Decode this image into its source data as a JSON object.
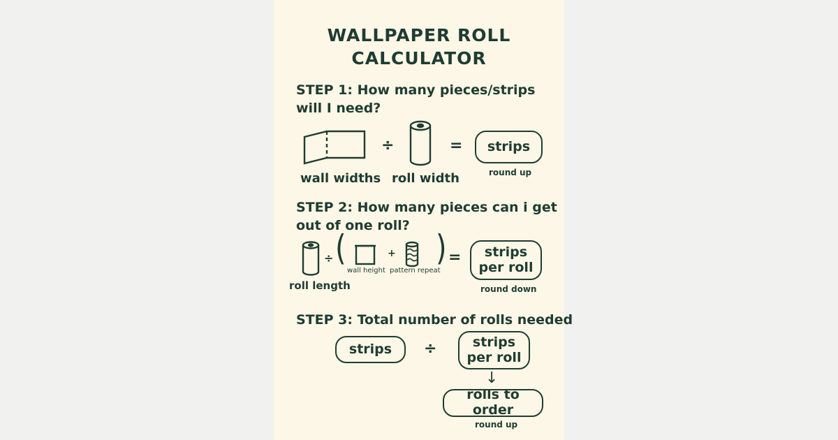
{
  "title": {
    "line1": "WALLPAPER ROLL",
    "line2": "CALCULATOR"
  },
  "step1": {
    "heading_line1": "STEP 1: How many pieces/strips",
    "heading_line2": "will I need?",
    "wall_label": "wall widths",
    "divide": "÷",
    "roll_label": "roll width",
    "equals": "=",
    "result": "strips",
    "note": "round up"
  },
  "step2": {
    "heading_line1": "STEP 2: How many pieces can i get",
    "heading_line2": "out of one roll?",
    "roll_label": "roll length",
    "divide": "÷",
    "open_paren": "(",
    "wall_height_label": "wall height",
    "plus": "+",
    "pattern_label": "pattern repeat",
    "close_paren": ")",
    "equals": "=",
    "result_line1": "strips",
    "result_line2": "per roll",
    "note": "round down"
  },
  "step3": {
    "heading": "STEP 3: Total number of rolls needed",
    "left": "strips",
    "divide": "÷",
    "right_line1": "strips",
    "right_line2": "per roll",
    "arrow": "↓",
    "result": "rolls to order",
    "note": "round up"
  },
  "icons": {
    "wall": "wall-icon",
    "roll": "wallpaper-roll-icon",
    "wall_height": "wall-height-icon",
    "pattern_repeat": "pattern-repeat-icon"
  },
  "colors": {
    "ink": "#1f3c33",
    "card_background": "#fcf7e6",
    "page_background": "#f1f1ef"
  }
}
